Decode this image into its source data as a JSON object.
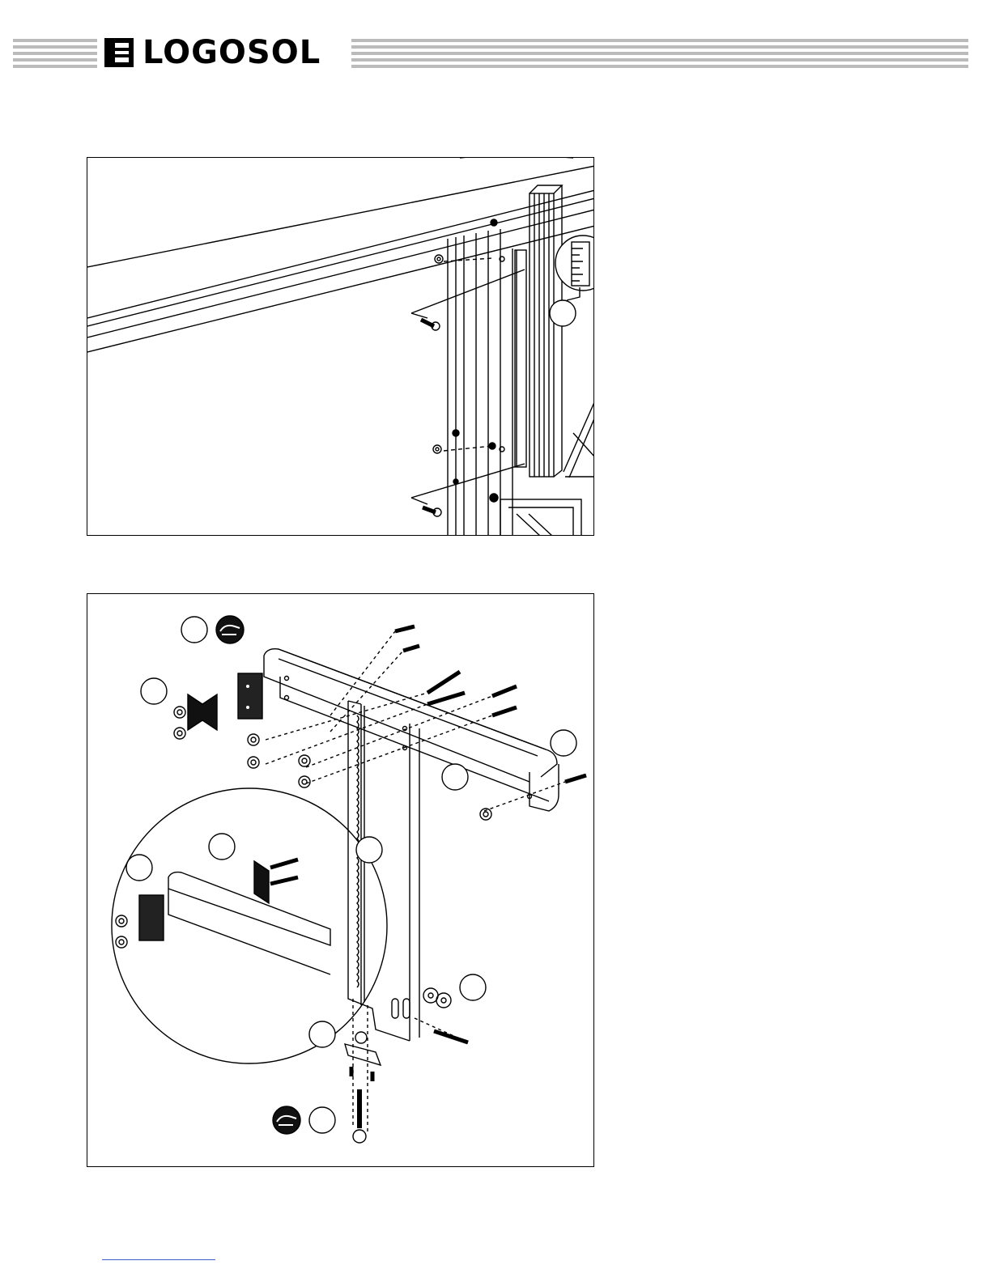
{
  "header": {
    "brand": "LOGOSOL",
    "logo_icon": "logosol-mark-icon"
  },
  "figures": [
    {
      "id": "mounting-rail-figure",
      "callouts": [
        ""
      ]
    },
    {
      "id": "carriage-assembly-figure",
      "callouts": [
        "",
        "",
        "",
        "",
        "",
        "",
        "",
        "",
        "",
        ""
      ]
    }
  ],
  "icons": [
    "ruler-icon",
    "hand-tighten-icon"
  ],
  "colors": {
    "ink": "#000000",
    "link": "#3a5fcd",
    "paper": "#ffffff"
  }
}
